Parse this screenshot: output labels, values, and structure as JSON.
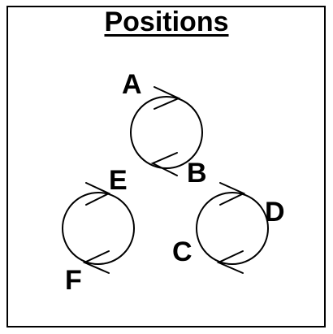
{
  "title": "Positions",
  "positions": {
    "a": "A",
    "b": "B",
    "c": "C",
    "d": "D",
    "e": "E",
    "f": "F"
  }
}
